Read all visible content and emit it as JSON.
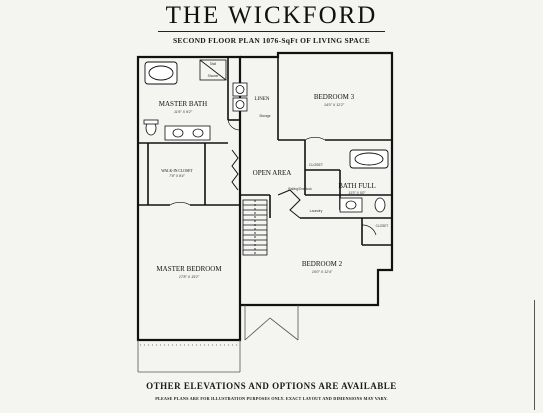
{
  "title": "THE WICKFORD",
  "subtitle": "SECOND FLOOR PLAN 1076-SqFt OF LIVING SPACE",
  "footer": {
    "main": "OTHER ELEVATIONS AND OPTIONS ARE AVAILABLE",
    "note": "PLEASE PLANS ARE FOR ILLUSTRATION PURPOSES ONLY. EXACT LAYOUT AND DIMENSIONS MAY VARY."
  },
  "rooms": {
    "master_bath": {
      "name": "MASTER BATH",
      "dims": "11'6\" X 9'2\""
    },
    "walk_in_closet": {
      "name": "WALK-IN CLOSET",
      "dims": "7'8\" X 8'4\""
    },
    "master_bedroom": {
      "name": "MASTER BEDROOM",
      "dims": "17'8\" X 15'2\""
    },
    "linen": {
      "name": "LINEN"
    },
    "bedroom3": {
      "name": "BEDROOM 3",
      "dims": "14'0\" X 11'2\""
    },
    "open_area": {
      "name": "OPEN AREA"
    },
    "bath_full": {
      "name": "BATH FULL",
      "dims": "11'0\" X 5'0\""
    },
    "bedroom2": {
      "name": "BEDROOM 2",
      "dims": "15'0\" X 12'4\""
    }
  },
  "small_labels": {
    "closet": "CLOSET",
    "closet2": "CLOSET",
    "laundry": "Laundry",
    "storage": "Storage",
    "railing": "Railing/Overlook",
    "stall": "Stall",
    "shower": "Shower"
  }
}
